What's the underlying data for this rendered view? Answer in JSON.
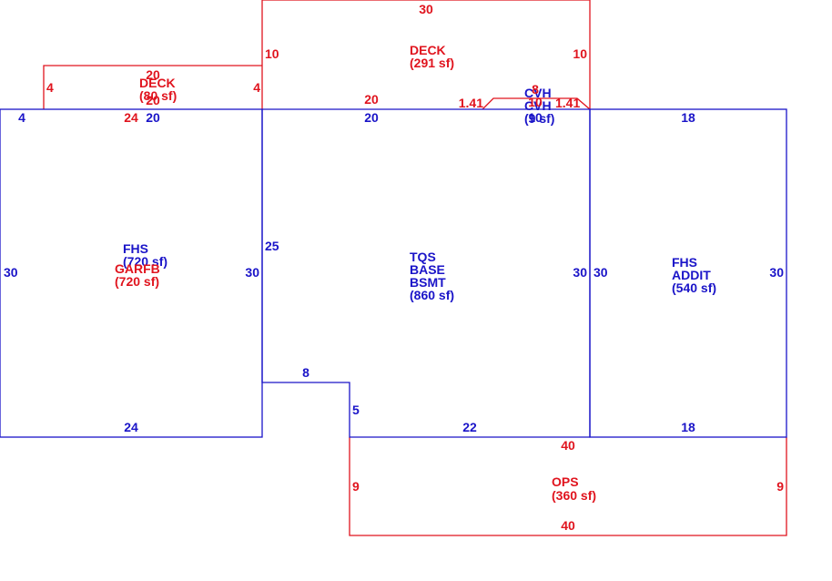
{
  "colors": {
    "red": "#e0141e",
    "blue": "#1a14c8"
  },
  "areas": {
    "deck_top": {
      "name": "DECK",
      "area": "(291 sf)"
    },
    "deck_left": {
      "name": "DECK",
      "area": "(80 sf)"
    },
    "cvh": {
      "name1": "CVH",
      "name2": "CVH",
      "area": "(9 sf)"
    },
    "fhs_left": {
      "name": "FHS",
      "area": "(720 sf)"
    },
    "garfb": {
      "name": "GARFB",
      "area": "(720 sf)"
    },
    "tqs": {
      "line1": "TQS",
      "line2": "BASE",
      "line3": "BSMT",
      "area": "(860 sf)"
    },
    "fhs_addit": {
      "line1": "FHS",
      "line2": "ADDIT",
      "area": "(540 sf)"
    },
    "ops": {
      "name": "OPS",
      "area": "(360 sf)"
    }
  },
  "dims": {
    "deck_top_top": "30",
    "deck_top_left": "10",
    "deck_top_right": "10",
    "deck_top_bottom": "20",
    "deck_left_top": "20",
    "deck_left_bottom": "20",
    "deck_left_left": "4",
    "deck_left_right": "4",
    "cvh_left": "1.41",
    "cvh_right": "1.41",
    "cvh_top": "8",
    "cvh_bottom": "10",
    "cvh_mid": "10",
    "fhs_left_top_20": "20",
    "garfb_top_24": "24",
    "fhs_left_tl_4": "4",
    "fhs_left_left": "30",
    "fhs_left_right": "30",
    "fhs_left_bottom": "24",
    "tqs_top": "20",
    "tqs_left": "25",
    "tqs_right": "30",
    "tqs_notch_top": "8",
    "tqs_notch_side": "5",
    "tqs_bottom": "22",
    "addit_top": "18",
    "addit_left": "30",
    "addit_right": "30",
    "addit_bottom": "18",
    "ops_top": "40",
    "ops_bottom": "40",
    "ops_left": "9",
    "ops_right": "9"
  }
}
